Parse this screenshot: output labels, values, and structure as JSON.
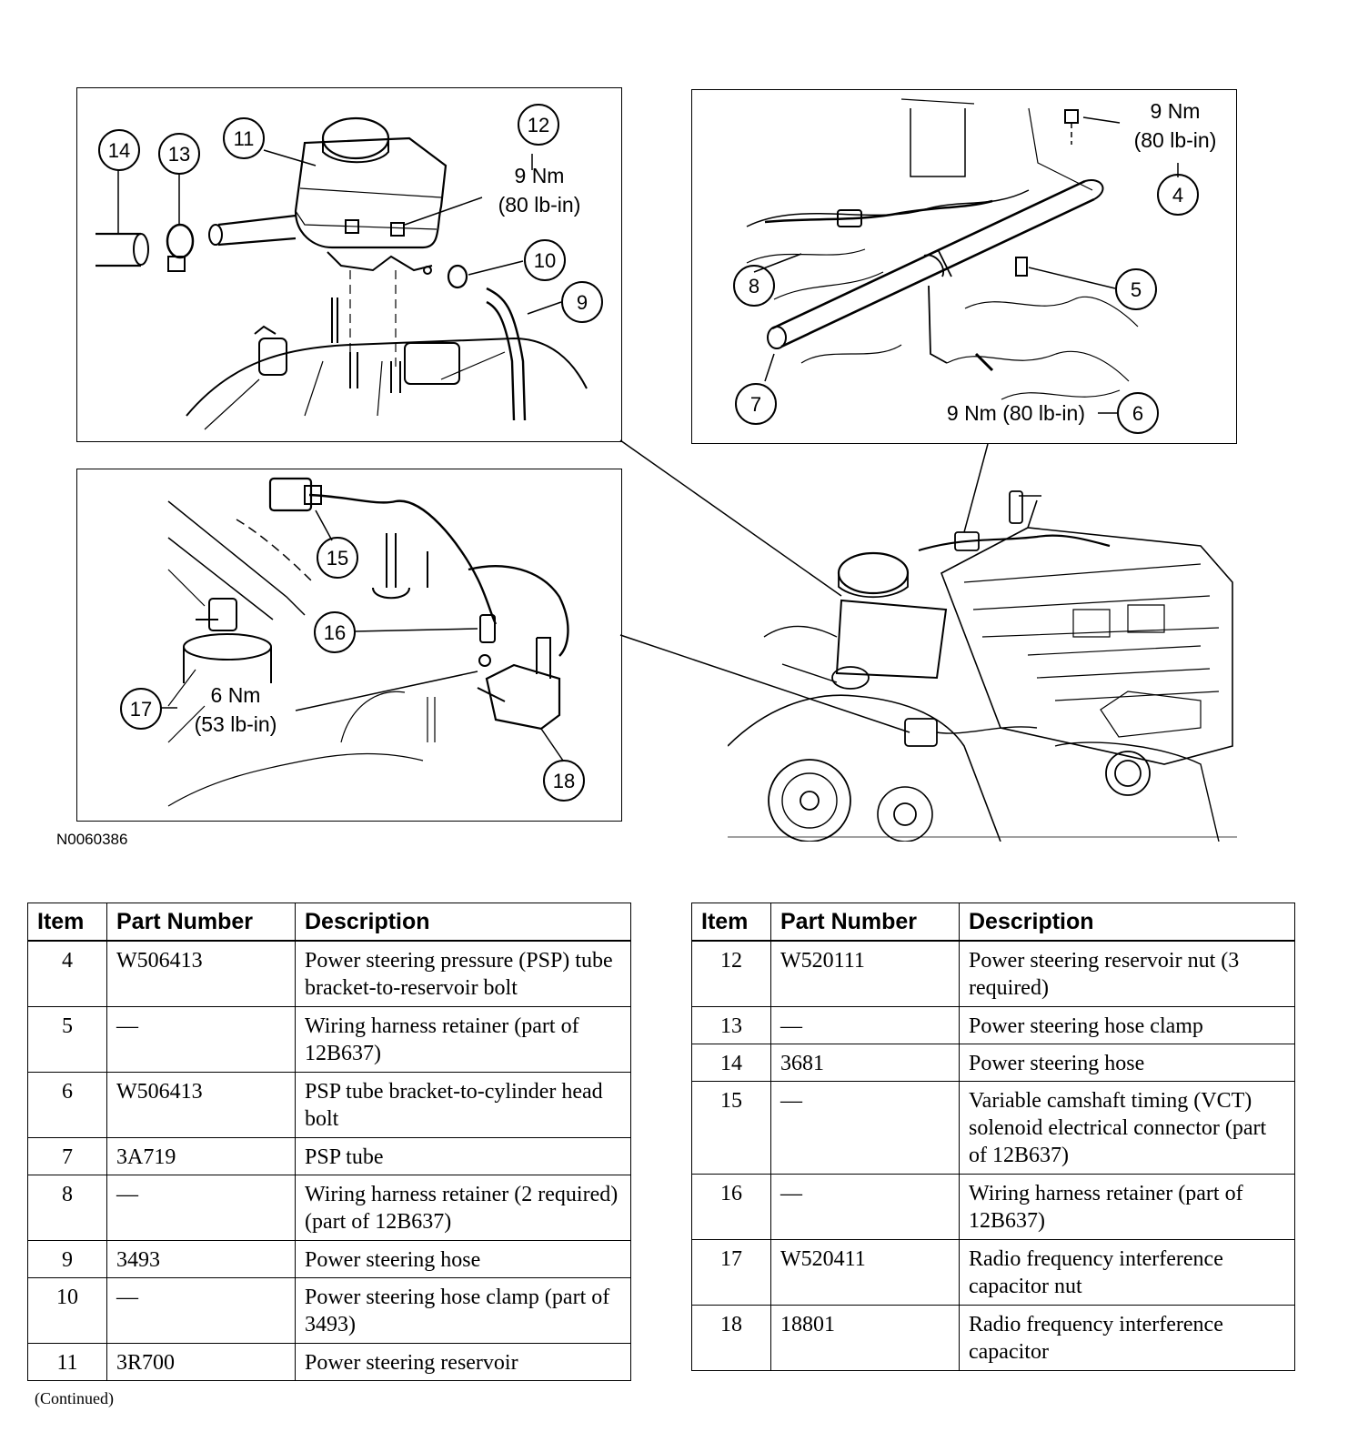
{
  "figure_id": "N0060386",
  "callouts": {
    "c4": "4",
    "c5": "5",
    "c6": "6",
    "c7": "7",
    "c8": "8",
    "c9": "9",
    "c10": "10",
    "c11": "11",
    "c12": "12",
    "c13": "13",
    "c14": "14",
    "c15": "15",
    "c16": "16",
    "c17": "17",
    "c18": "18"
  },
  "torque": {
    "t12_nm": "9 Nm",
    "t12_lb": "(80 lb-in)",
    "t4_nm": "9 Nm",
    "t4_lb": "(80 lb-in)",
    "t6": "9 Nm (80 lb-in)",
    "t17_nm": "6 Nm",
    "t17_lb": "(53 lb-in)"
  },
  "table_left": {
    "headers": {
      "item": "Item",
      "part": "Part Number",
      "desc": "Description"
    },
    "rows": [
      {
        "item": "4",
        "part": "W506413",
        "desc": "Power steering pressure (PSP) tube bracket-to-reservoir bolt"
      },
      {
        "item": "5",
        "part": "—",
        "desc": "Wiring harness retainer (part of 12B637)"
      },
      {
        "item": "6",
        "part": "W506413",
        "desc": "PSP tube bracket-to-cylinder head bolt"
      },
      {
        "item": "7",
        "part": "3A719",
        "desc": "PSP tube"
      },
      {
        "item": "8",
        "part": "—",
        "desc": "Wiring harness retainer (2 required) (part of 12B637)"
      },
      {
        "item": "9",
        "part": "3493",
        "desc": "Power steering hose"
      },
      {
        "item": "10",
        "part": "—",
        "desc": "Power steering hose clamp (part of 3493)"
      },
      {
        "item": "11",
        "part": "3R700",
        "desc": "Power steering reservoir"
      }
    ]
  },
  "table_right": {
    "headers": {
      "item": "Item",
      "part": "Part Number",
      "desc": "Description"
    },
    "rows": [
      {
        "item": "12",
        "part": "W520111",
        "desc": "Power steering reservoir nut (3 required)"
      },
      {
        "item": "13",
        "part": "—",
        "desc": "Power steering hose clamp"
      },
      {
        "item": "14",
        "part": "3681",
        "desc": "Power steering hose"
      },
      {
        "item": "15",
        "part": "—",
        "desc": "Variable camshaft timing (VCT) solenoid electrical connector (part of 12B637)"
      },
      {
        "item": "16",
        "part": "—",
        "desc": "Wiring harness retainer (part of 12B637)"
      },
      {
        "item": "17",
        "part": "W520411",
        "desc": "Radio frequency interference capacitor nut"
      },
      {
        "item": "18",
        "part": "18801",
        "desc": "Radio frequency interference capacitor"
      }
    ]
  },
  "footer": "(Continued)"
}
